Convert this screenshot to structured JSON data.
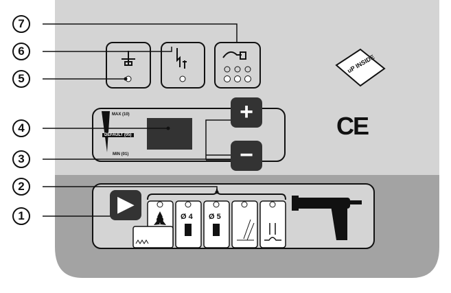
{
  "callouts": [
    "1",
    "2",
    "3",
    "4",
    "5",
    "6",
    "7"
  ],
  "level": {
    "max_label": "MAX (10)",
    "default_label": "DEFAULT (05)",
    "min_label": "MIN (01)"
  },
  "buttons": {
    "plus": "+",
    "minus": "−"
  },
  "cards": {
    "d4": "Ø 4",
    "d5": "Ø 5"
  },
  "marks": {
    "ce": "CE",
    "chip": "uP INSIDE"
  },
  "colors": {
    "upper": "#d4d4d4",
    "lower": "#a3a3a3",
    "dark": "#333333"
  }
}
